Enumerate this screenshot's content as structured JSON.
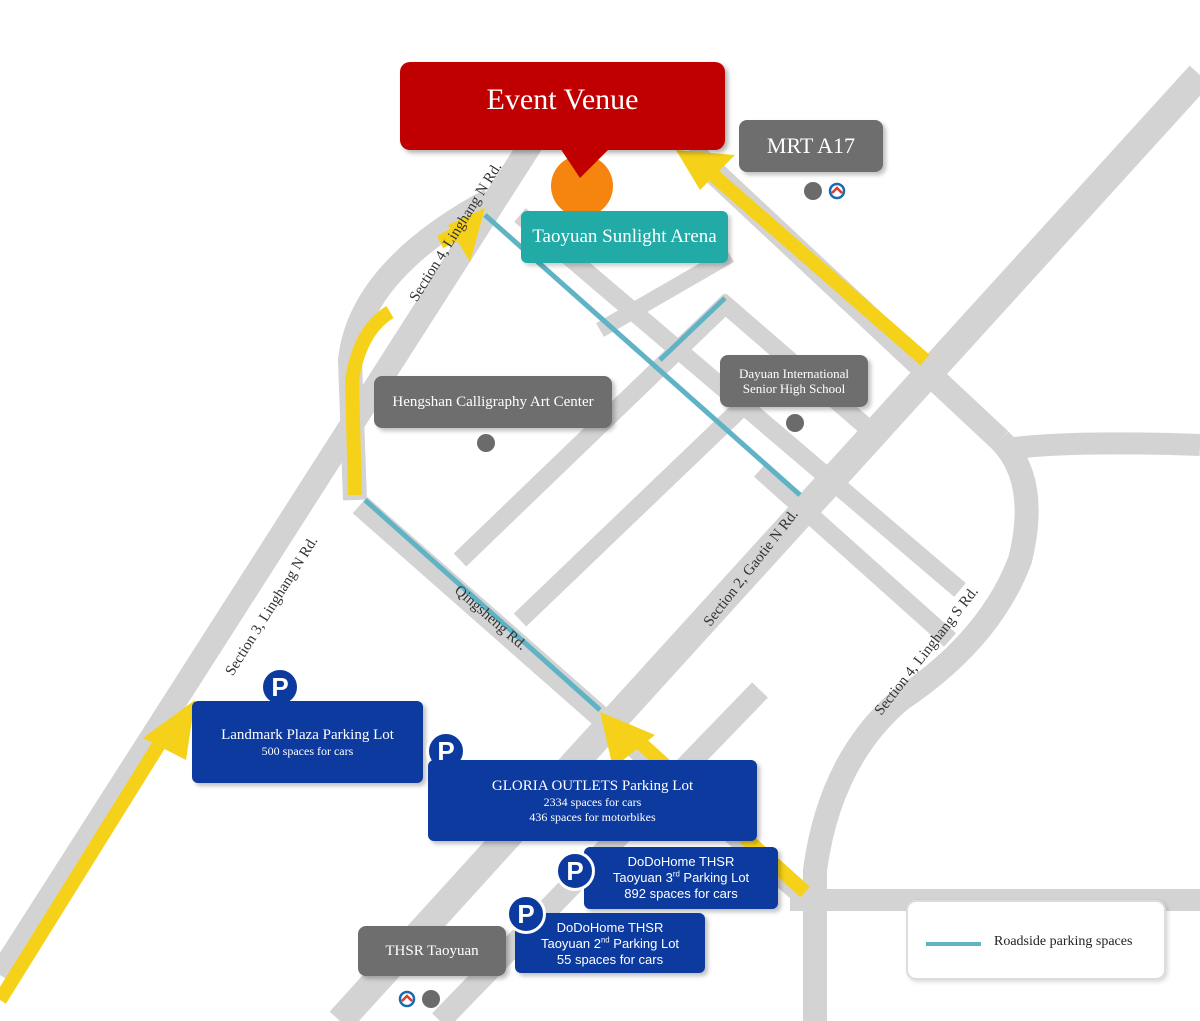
{
  "venue": {
    "title": "Event Venue",
    "arena": "Taoyuan Sunlight Arena"
  },
  "stations": {
    "mrt": "MRT A17",
    "thsr": "THSR Taoyuan"
  },
  "landmarks": {
    "calligraphy": "Hengshan Calligraphy Art Center",
    "school_line1": "Dayuan International",
    "school_line2": "Senior High School"
  },
  "roads": {
    "linghang_n_sec4": "Section 4, Linghang N Rd.",
    "linghang_n_sec3": "Section 3, Linghang N Rd.",
    "qingsheng": "Qingsheng Rd.",
    "gaotie_n_sec2": "Section 2, Gaotie N Rd.",
    "linghang_s_sec4": "Section 4, Linghang S Rd."
  },
  "parking": {
    "symbol": "P",
    "landmark": {
      "name": "Landmark Plaza Parking Lot",
      "cars": "500  spaces for cars"
    },
    "gloria": {
      "name": "GLORIA OUTLETS Parking Lot",
      "cars": "2334 spaces for cars",
      "motorbikes": "436 spaces for motorbikes"
    },
    "dodohome3": {
      "line1": "DoDoHome THSR",
      "line2_pre": "Taoyuan 3",
      "line2_sup": "rd",
      "line2_post": " Parking Lot",
      "cars": "892 spaces for cars"
    },
    "dodohome2": {
      "line1": "DoDoHome THSR",
      "line2_pre": "Taoyuan 2",
      "line2_sup": "nd",
      "line2_post": " Parking Lot",
      "cars": "55 spaces for cars"
    }
  },
  "legend": {
    "roadside": "Roadside parking spaces"
  },
  "colors": {
    "road": "#d3d3d3",
    "route": "#f6d11a",
    "roadside_parking": "#5fb3c4",
    "parking_box": "#0d3a9e",
    "venue": "#c00000",
    "arena": "#21aaa6",
    "landmark": "#6e6e6e",
    "venue_marker": "#f5850f"
  },
  "icons": {
    "parking": "parking-icon",
    "mrt": "mrt-logo-icon",
    "thsr": "thsr-logo-icon",
    "location": "location-dot-icon"
  }
}
